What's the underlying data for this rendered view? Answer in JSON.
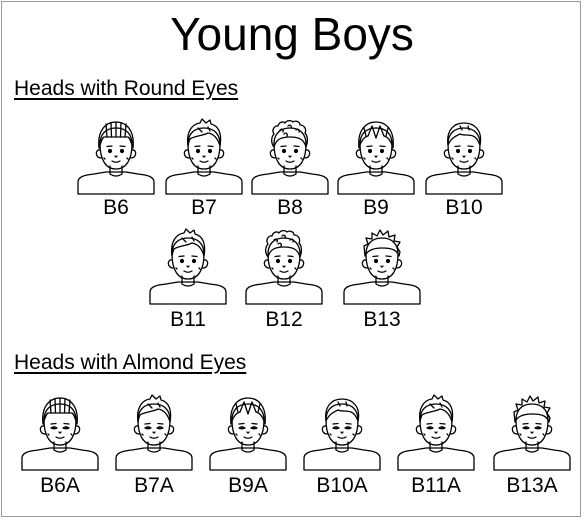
{
  "title": "Young Boys",
  "sections": {
    "round": "Heads with Round Eyes",
    "almond": "Heads with Almond Eyes"
  },
  "round_heads": [
    {
      "label": "B6",
      "hair": "bowl",
      "eyes": "round"
    },
    {
      "label": "B7",
      "hair": "side",
      "eyes": "round"
    },
    {
      "label": "B8",
      "hair": "curly",
      "eyes": "round"
    },
    {
      "label": "B9",
      "hair": "bowl-part",
      "eyes": "round"
    },
    {
      "label": "B10",
      "hair": "short",
      "eyes": "round"
    },
    {
      "label": "B11",
      "hair": "side",
      "eyes": "round"
    },
    {
      "label": "B12",
      "hair": "curly",
      "eyes": "round"
    },
    {
      "label": "B13",
      "hair": "spiky",
      "eyes": "round"
    }
  ],
  "almond_heads": [
    {
      "label": "B6A",
      "hair": "bowl",
      "eyes": "almond"
    },
    {
      "label": "B7A",
      "hair": "side",
      "eyes": "almond"
    },
    {
      "label": "B9A",
      "hair": "bowl-part",
      "eyes": "almond"
    },
    {
      "label": "B10A",
      "hair": "short",
      "eyes": "almond"
    },
    {
      "label": "B11A",
      "hair": "side",
      "eyes": "almond"
    },
    {
      "label": "B13A",
      "hair": "spiky",
      "eyes": "almond"
    }
  ]
}
